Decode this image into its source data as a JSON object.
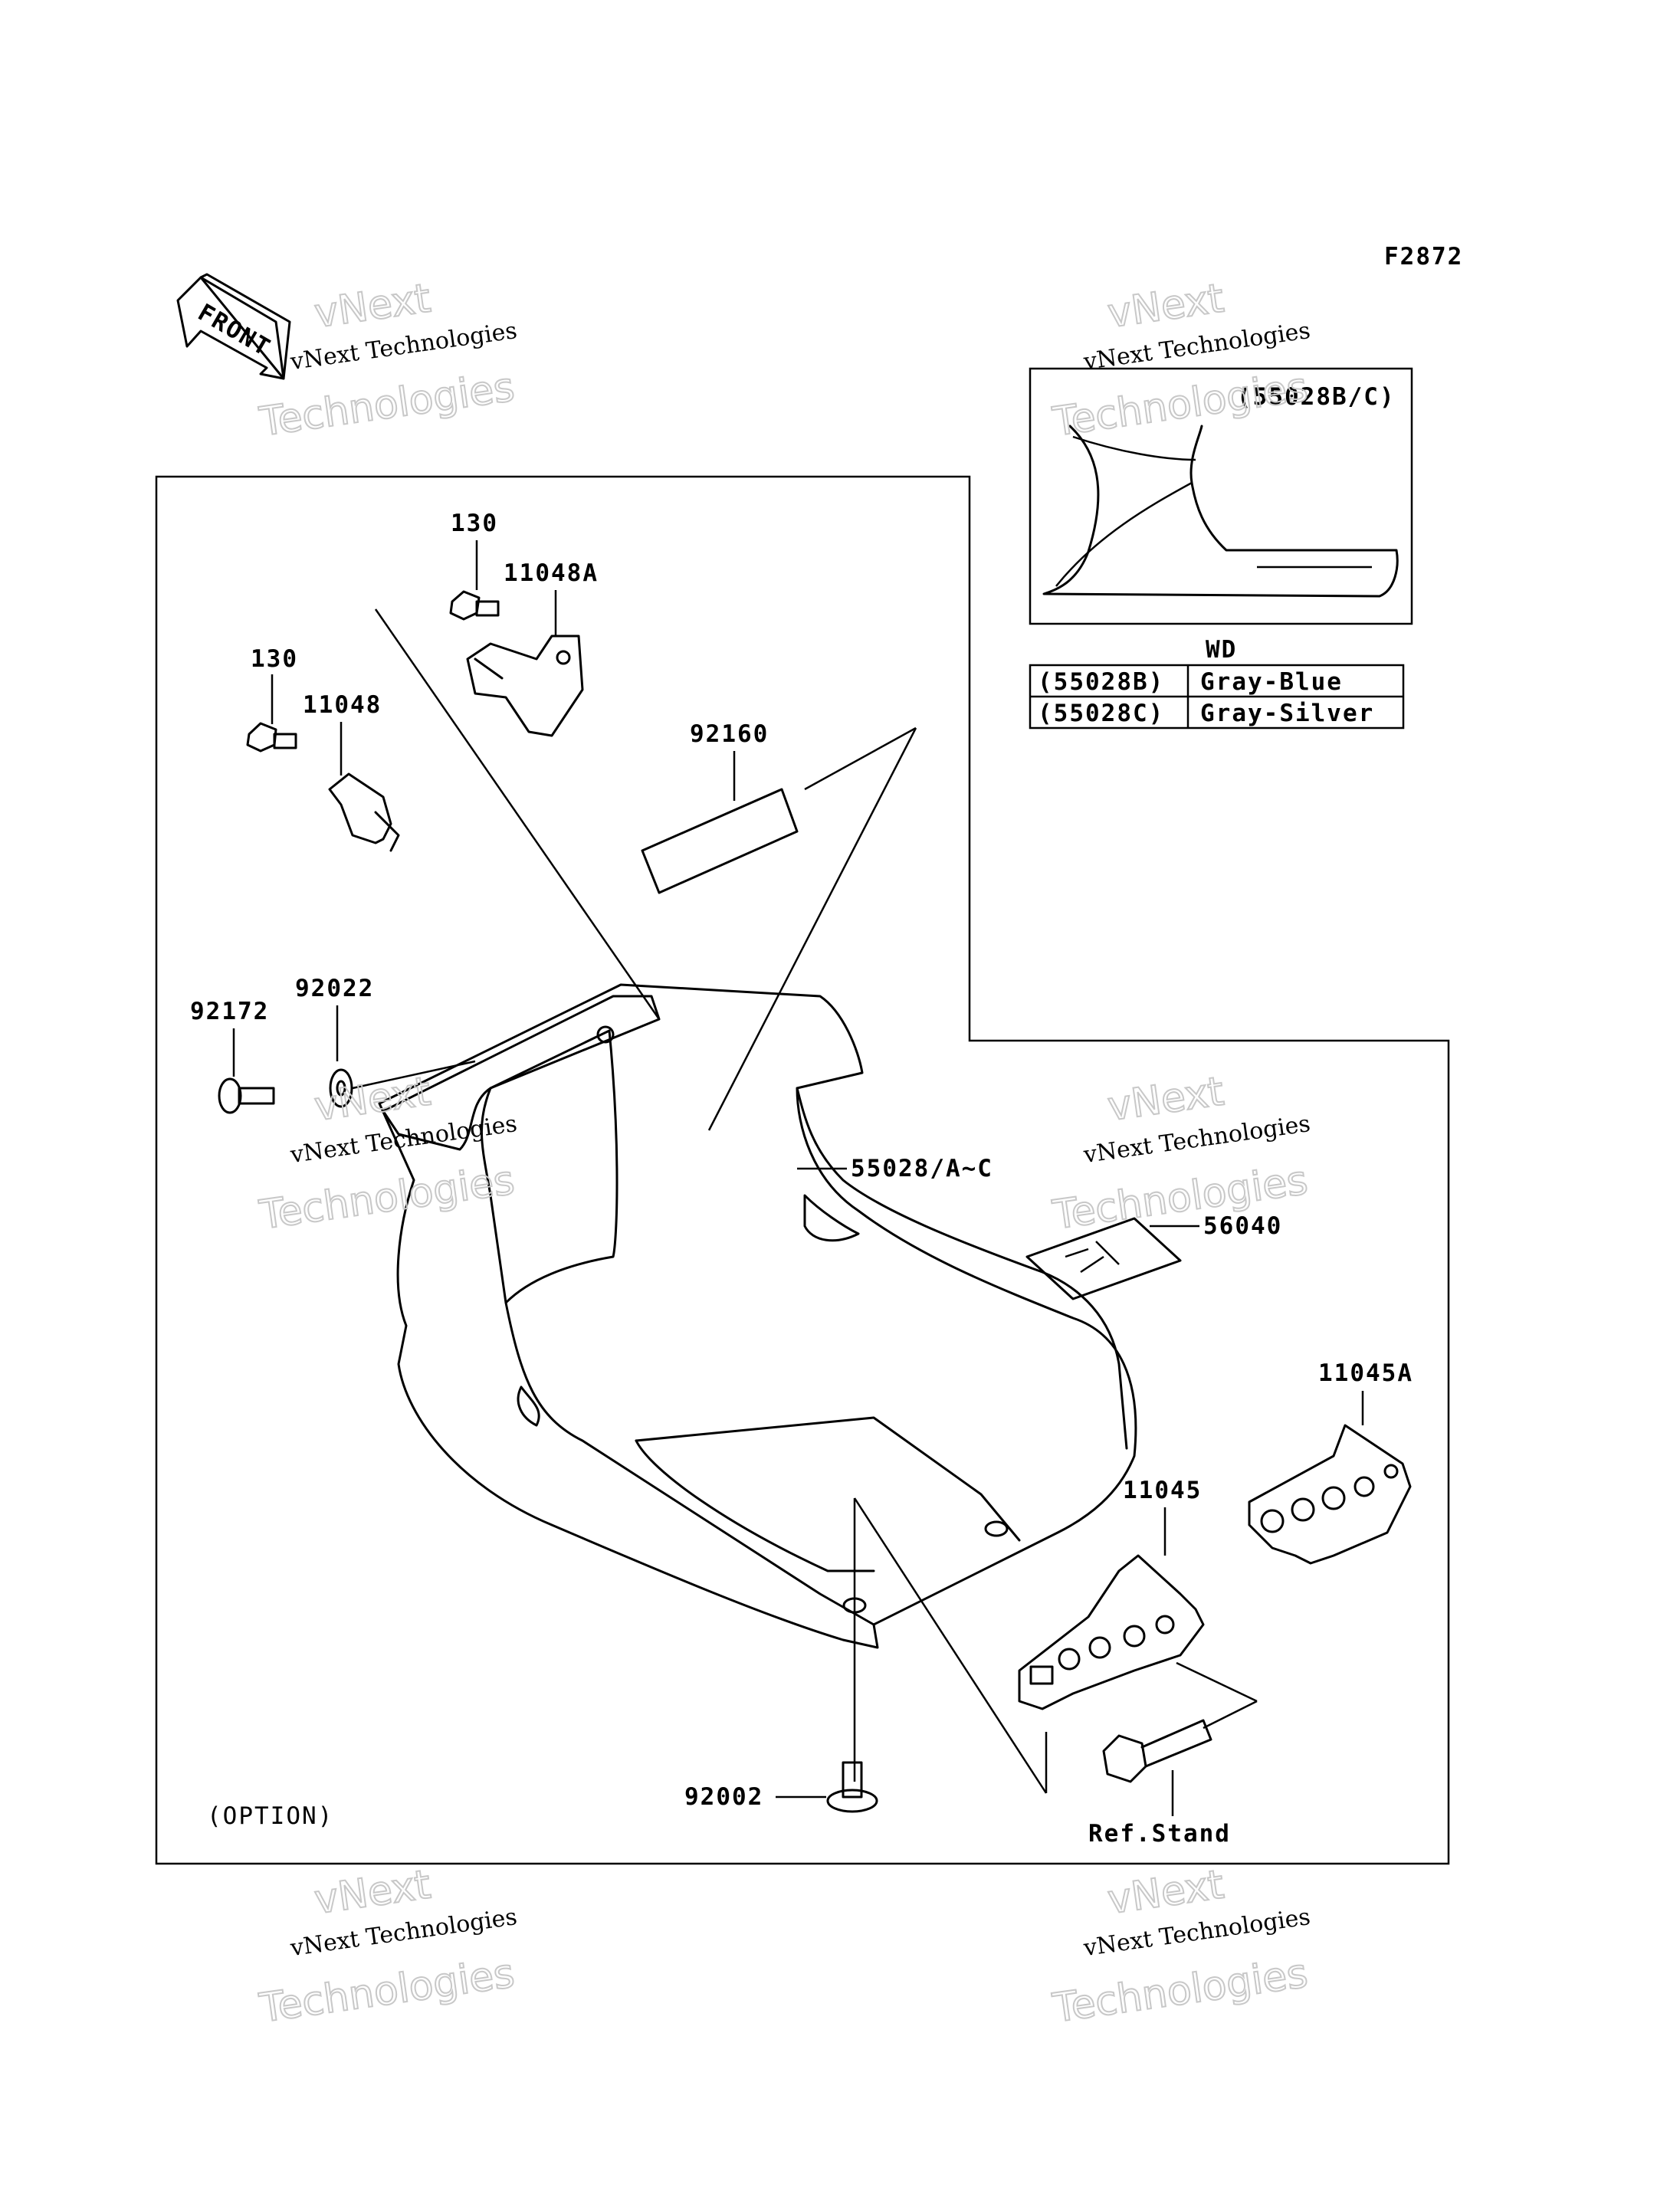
{
  "figure_code": "F2872",
  "front_arrow_label": "FRONT",
  "option_label": "(OPTION)",
  "inset_label": "(55028B/C)",
  "color_table": {
    "header": "WD",
    "rows": [
      {
        "code": "(55028B)",
        "color": "Gray-Blue"
      },
      {
        "code": "(55028C)",
        "color": "Gray-Silver"
      }
    ]
  },
  "callouts": {
    "p130a": "130",
    "p11048a": "11048A",
    "p130b": "130",
    "p11048": "11048",
    "p92160": "92160",
    "p92172": "92172",
    "p92022": "92022",
    "p55028": "55028/A~C",
    "p56040": "56040",
    "p11045a": "11045A",
    "p11045": "11045",
    "p92002": "92002",
    "ref_stand": "Ref.Stand"
  },
  "watermark": {
    "line1": "vNext",
    "line2": "vNext Technologies",
    "line3": "Technologies"
  }
}
